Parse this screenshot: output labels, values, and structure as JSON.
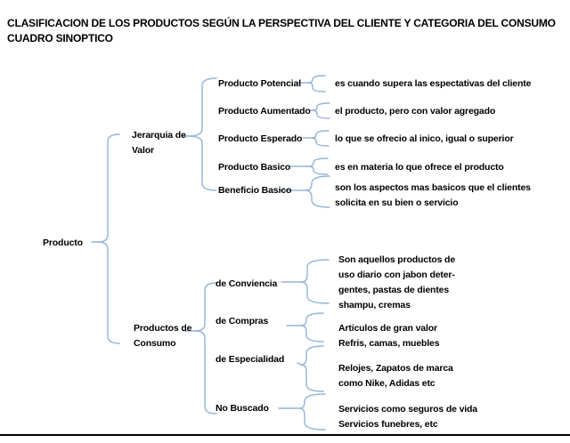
{
  "title": {
    "line1": "CLASIFICACION DE LOS PRODUCTOS SEGÚN LA PERSPECTIVA DEL CLIENTE Y CATEGORIA DEL CONSUMO",
    "line2": "CUADRO SINOPTICO"
  },
  "accent_color": "#95B3D7",
  "root_label": "Producto",
  "branches": [
    {
      "label": "Jerarquia de\nValor",
      "children": [
        {
          "label": "Producto Potencial",
          "desc": "es cuando supera las espectativas del cliente"
        },
        {
          "label": "Producto Aumentado",
          "desc": "el producto, pero con valor agregado"
        },
        {
          "label": "Producto Esperado",
          "desc": "lo que se ofrecio al inico, igual o superior"
        },
        {
          "label": "Producto Basico",
          "desc": "es en materia lo que ofrece el producto"
        },
        {
          "label": "Beneficio Basico",
          "desc": "son los aspectos mas basicos que el clientes\nsolicita en su bien o servicio"
        }
      ]
    },
    {
      "label": "Productos de\nConsumo",
      "children": [
        {
          "label": "de Conviencia",
          "desc": "Son aquellos productos de\nuso diario con jabon deter-\ngentes, pastas de dientes\nshampu, cremas"
        },
        {
          "label": "de Compras",
          "desc": "Articulos de gran valor\nRefris, camas, muebles"
        },
        {
          "label": "de Especialidad",
          "desc": "Relojes, Zapatos de marca\ncomo Nike, Adidas etc"
        },
        {
          "label": "No Buscado",
          "desc": "Servicios como seguros de vida\nServicios funebres, etc"
        }
      ]
    }
  ]
}
